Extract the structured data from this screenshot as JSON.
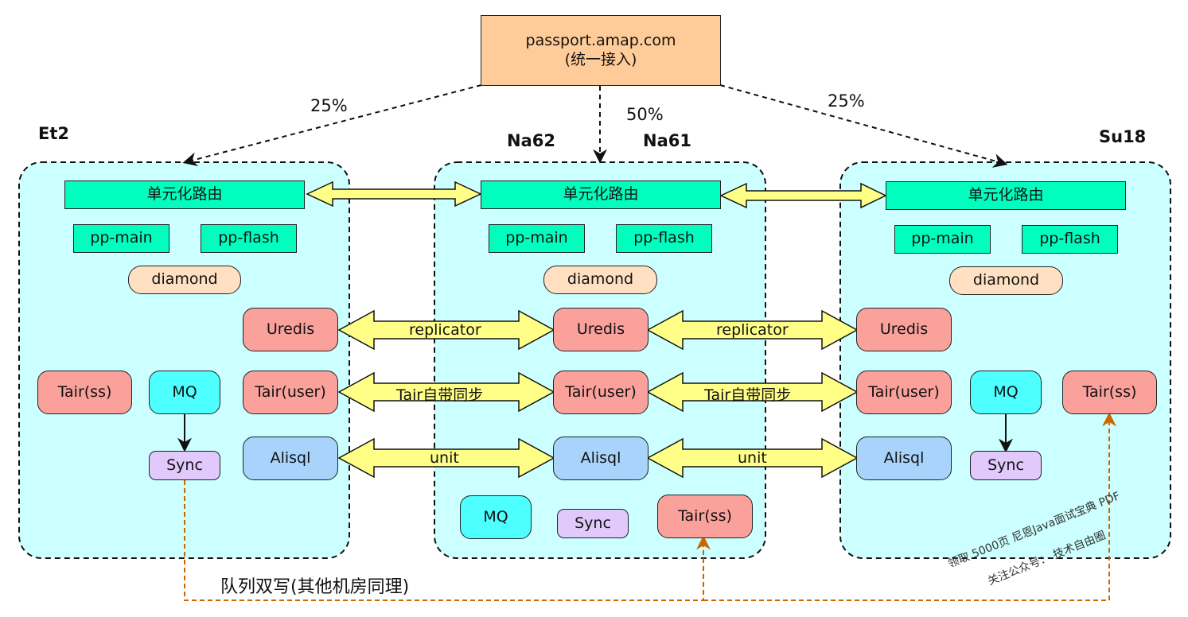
{
  "entry": {
    "line1": "passport.amap.com",
    "line2": "(统一接入)"
  },
  "percentages": {
    "left": "25%",
    "center": "50%",
    "right": "25%"
  },
  "datacenters": {
    "et2": "Et2",
    "na62": "Na62",
    "na61": "Na61",
    "su18": "Su18"
  },
  "components": {
    "route": "单元化路由",
    "pp_main": "pp-main",
    "pp_flash": "pp-flash",
    "diamond": "diamond",
    "uredis": "Uredis",
    "tair_user": "Tair(user)",
    "tair_ss": "Tair(ss)",
    "alisql": "Alisql",
    "mq": "MQ",
    "sync": "Sync"
  },
  "sync_labels": {
    "replicator": "replicator",
    "tair": "Tair自带同步",
    "unit": "unit"
  },
  "note": "队列双写(其他机房同理)",
  "watermark": {
    "line1": "领取 5000页 尼恩Java面试宝典 PDF",
    "line2": "关注公众号： 技术自由圈"
  },
  "colors": {
    "zone": "#ccffff",
    "route": "#00ffbf",
    "entry": "#ffcc99",
    "uredis": "#f9a19a",
    "alisql": "#a8d3fb",
    "mq": "#4dffff",
    "sync": "#e1c9fb",
    "arrow": "#ffff88",
    "queue_line": "#cc6600"
  }
}
